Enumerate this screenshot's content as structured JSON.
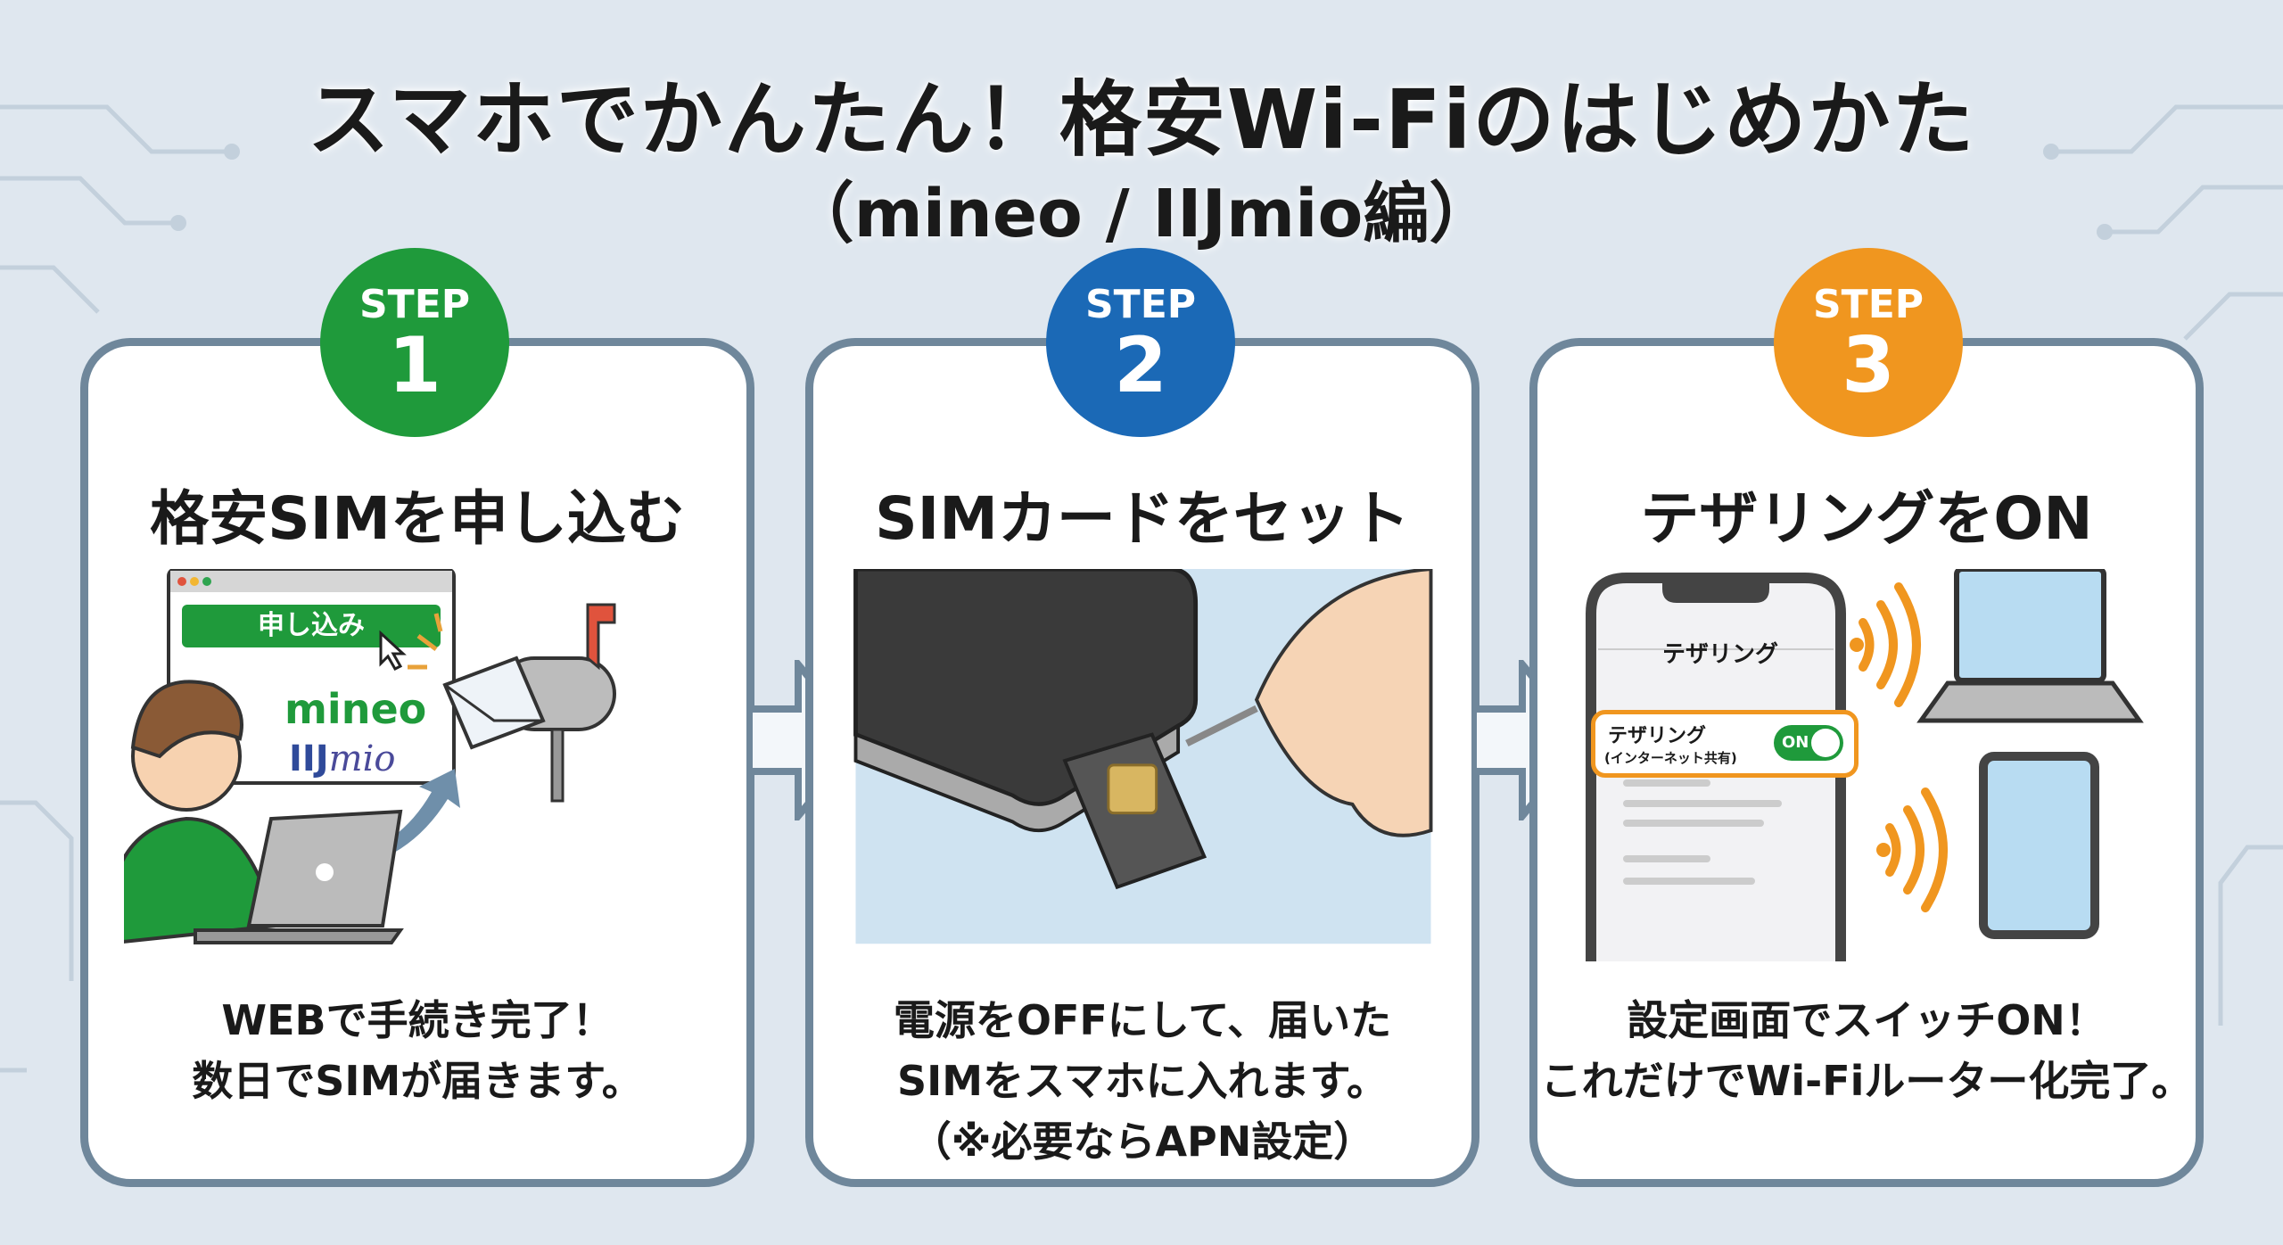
{
  "title": {
    "line1": "スマホでかんたん！格安Wi-Fiのはじめかた",
    "line2": "（mineo / IIJmio編）"
  },
  "colors": {
    "step1": "#1f9a3b",
    "step2": "#1b69b6",
    "step3": "#f0961f",
    "border": "#6f879b",
    "background": "#dfe7ef"
  },
  "steps": [
    {
      "label": "STEP",
      "number": "1",
      "title": "格安SIMを申し込む",
      "desc": [
        "WEBで手続き完了！",
        "数日でSIMが届きます。"
      ],
      "illustration": {
        "button": "申し込み",
        "brand1": "mineo",
        "brand2a": "IIJ",
        "brand2b": "mio"
      }
    },
    {
      "label": "STEP",
      "number": "2",
      "title": "SIMカードをセット",
      "desc": [
        "電源をOFFにして、届いた",
        "SIMをスマホに入れます。",
        "（※必要ならAPN設定）"
      ]
    },
    {
      "label": "STEP",
      "number": "3",
      "title": "テザリングをON",
      "desc": [
        "設定画面でスイッチON！",
        "これだけでWi-Fiルーター化完了。"
      ],
      "illustration": {
        "screen_title": "テザリング",
        "setting_label": "テザリング",
        "setting_sub": "(インターネット共有)",
        "toggle": "ON"
      }
    }
  ]
}
